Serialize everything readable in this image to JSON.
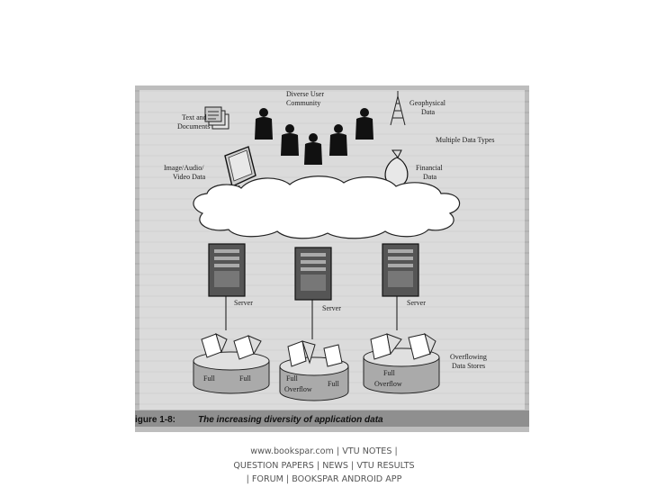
{
  "labels": {
    "user_community": [
      "Diverse User",
      "Community"
    ],
    "text_docs": [
      "Text and",
      "Documents"
    ],
    "geophysical": [
      "Geophysical",
      "Data"
    ],
    "multiple_types": "Multiple Data Types",
    "image_av": [
      "Image/Audio/",
      "Video Data"
    ],
    "financial": [
      "Financial",
      "Data"
    ],
    "server_left": "Server",
    "server_mid": "Server",
    "server_right": "Server",
    "store_left": [
      "Full",
      "Full"
    ],
    "store_mid": [
      "Full",
      "Overflow",
      "Full"
    ],
    "store_right": [
      "Full",
      "Overflow"
    ],
    "overflowing": [
      "Overflowing",
      "Data Stores"
    ],
    "caption_prefix": "igure 1-8:",
    "caption_title": "The increasing diversity of application data"
  },
  "footer": {
    "line1": "www.bookspar.com | VTU NOTES |",
    "line2": "QUESTION PAPERS | NEWS | VTU RESULTS",
    "line3": "| FORUM | BOOKSPAR ANDROID APP"
  },
  "colors": {
    "paper": "#bdbdbd",
    "ink": "#1c1c1c",
    "band": "#8f8f8f"
  }
}
